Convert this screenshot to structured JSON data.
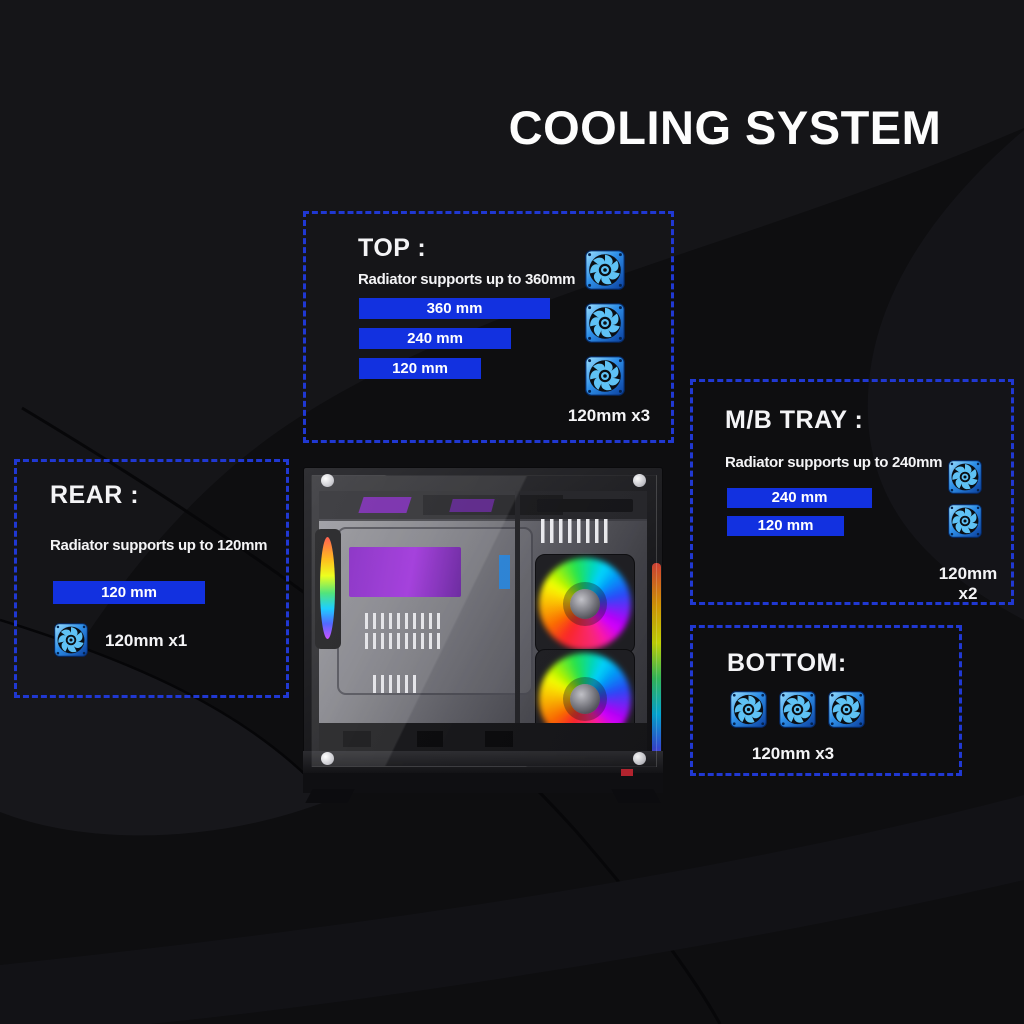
{
  "title": "COOLING SYSTEM",
  "colors": {
    "background": "#0e0e10",
    "bar_blue": "#1231e0",
    "dash_border_blue": "#2038d2",
    "fan_icon_blue": "#5fc2f5",
    "text_white": "#f4f4f6"
  },
  "icons": {
    "fan_icon": "120mm case fan"
  },
  "panels": {
    "top": {
      "title": "TOP :",
      "subtitle": "Radiator supports up to 360mm",
      "bars": [
        {
          "label": "360 mm"
        },
        {
          "label": "240 mm"
        },
        {
          "label": "120 mm"
        }
      ],
      "fan_count": 3,
      "fan_note": "120mm x3"
    },
    "mb_tray": {
      "title": "M/B TRAY :",
      "subtitle": "Radiator supports up to 240mm",
      "bars": [
        {
          "label": "240 mm"
        },
        {
          "label": "120 mm"
        }
      ],
      "fan_count": 2,
      "fan_note": "120mm x2"
    },
    "rear": {
      "title": "REAR :",
      "subtitle": "Radiator supports up to 120mm",
      "bars": [
        {
          "label": "120 mm"
        }
      ],
      "fan_count": 1,
      "fan_note": "120mm x1"
    },
    "bottom": {
      "title": "BOTTOM:",
      "fan_count": 3,
      "fan_note": "120mm x3"
    }
  }
}
